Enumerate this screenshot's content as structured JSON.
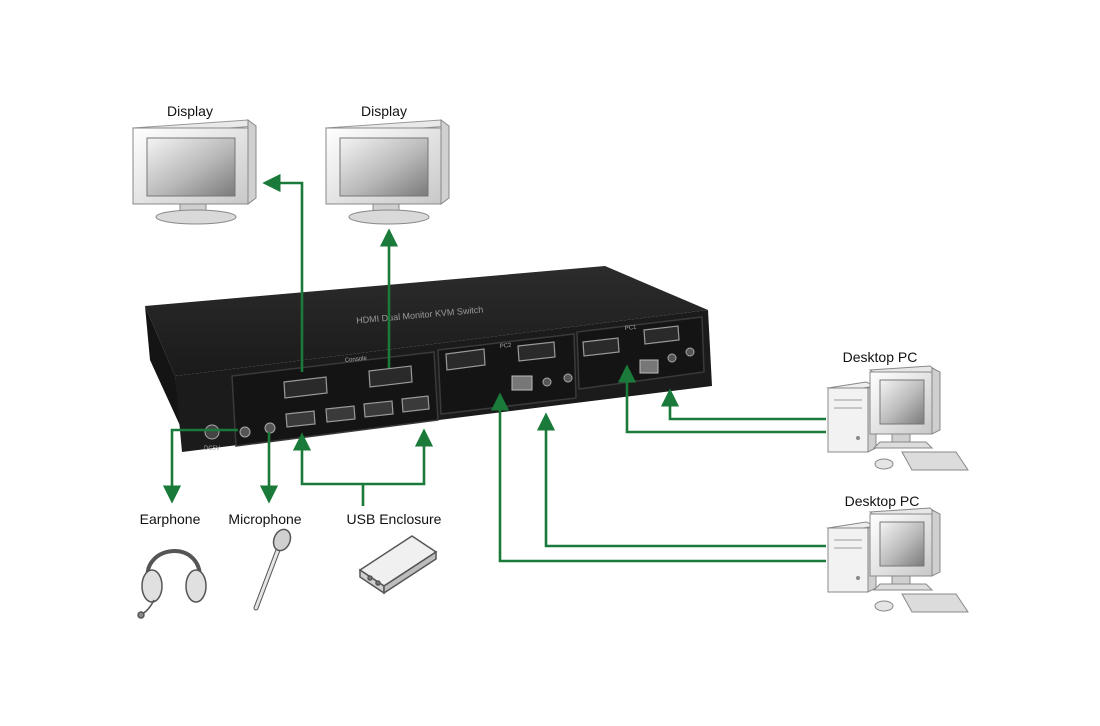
{
  "labels": {
    "display_1": "Display",
    "display_2": "Display",
    "desktop_pc_1": "Desktop PC",
    "desktop_pc_2": "Desktop PC",
    "earphone": "Earphone",
    "microphone": "Microphone",
    "usb_enclosure": "USB Enclosure"
  },
  "device": {
    "title": "HDMI Dual Monitor KVM Switch",
    "console_label": "Console",
    "pc1_label": "PC1",
    "pc2_label": "PC2",
    "dc_label": "DC5V"
  },
  "colors": {
    "connector": "#1a7a3a",
    "device_body": "#1c1c1c",
    "device_top": "#262626"
  },
  "icons": [
    "display-icon",
    "desktop-pc-icon",
    "headset-icon",
    "microphone-icon",
    "usb-enclosure-icon"
  ]
}
